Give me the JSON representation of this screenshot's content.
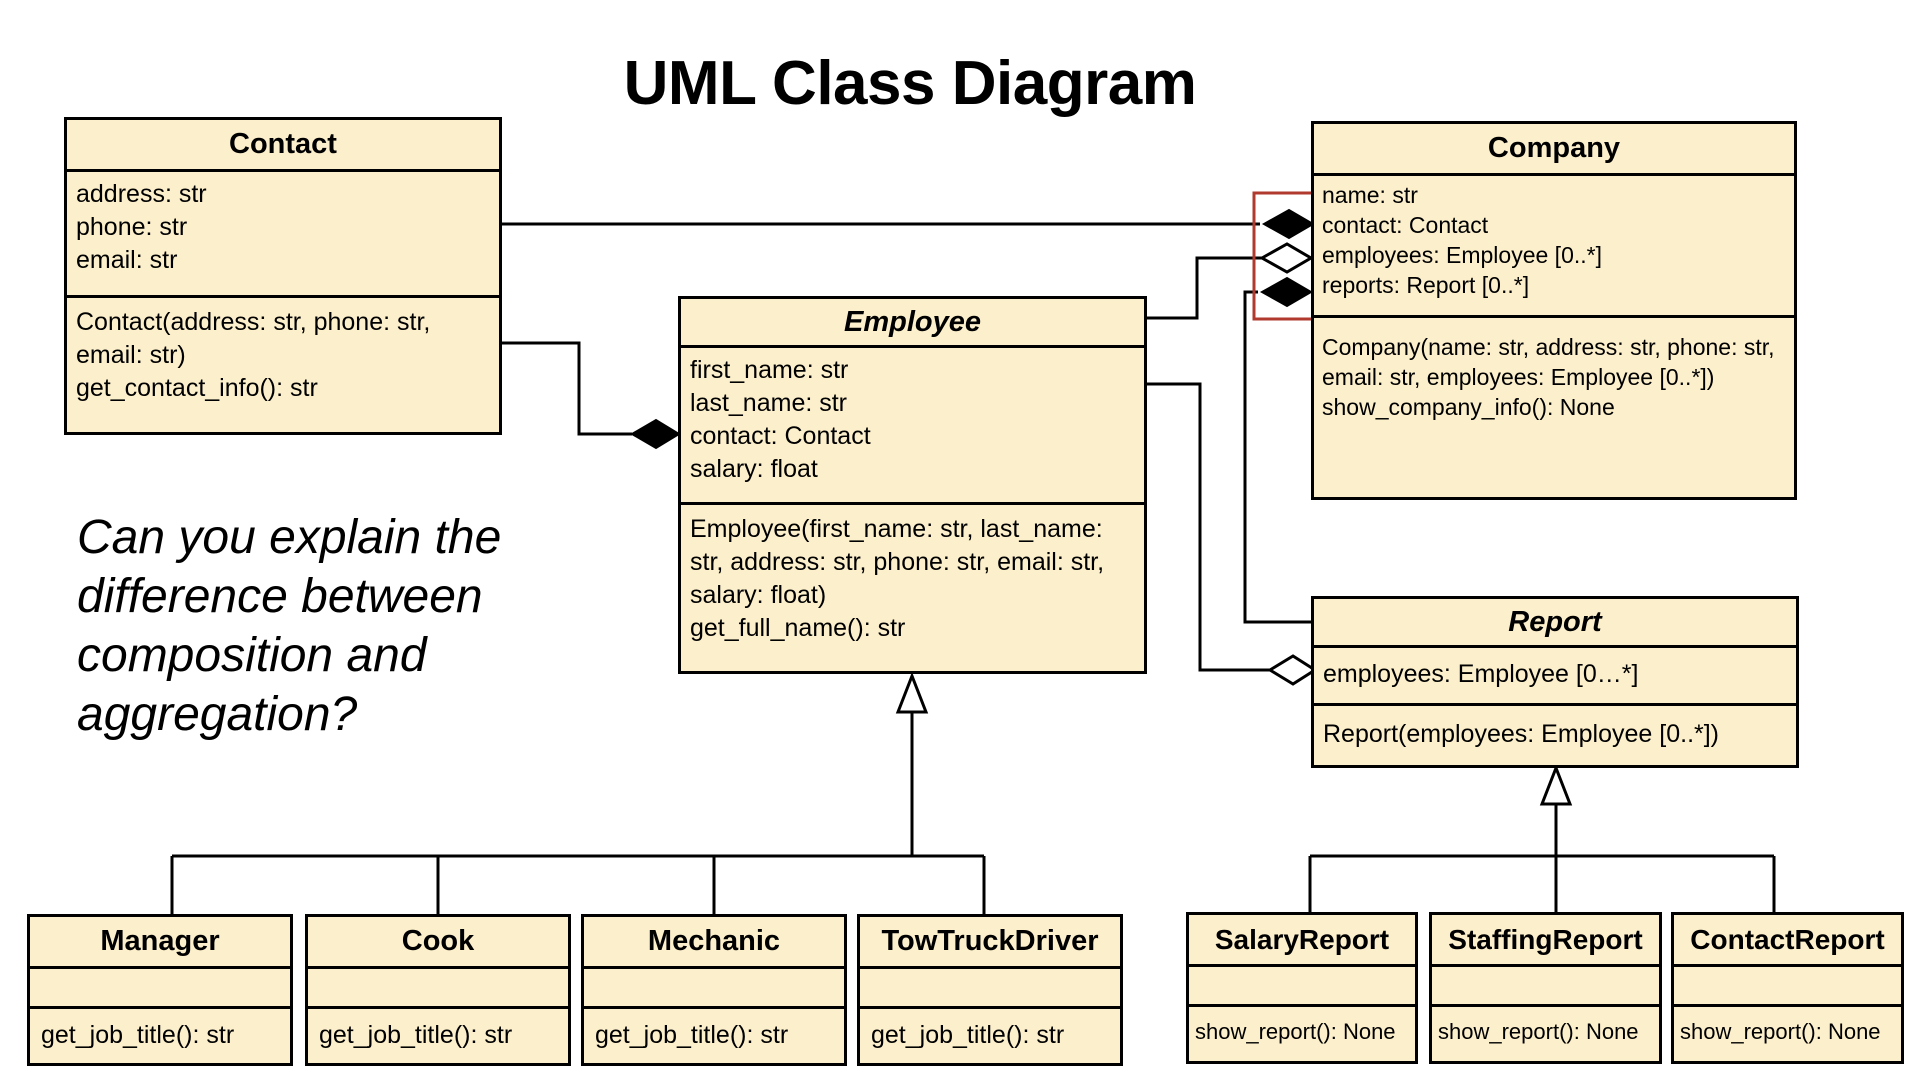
{
  "title": "UML Class Diagram",
  "question": "Can you explain the difference between composition and aggregation?",
  "colors": {
    "class_fill": "#fcefcb",
    "border": "#000000",
    "highlight_box": "#b03a2e"
  },
  "classes": {
    "contact": {
      "name": "Contact",
      "attributes": [
        "address: str",
        "phone: str",
        "email: str"
      ],
      "methods": [
        "Contact(address: str, phone: str, email: str)",
        "get_contact_info(): str"
      ]
    },
    "employee": {
      "name": "Employee",
      "abstract": true,
      "attributes": [
        "first_name: str",
        "last_name: str",
        "contact: Contact",
        "salary: float"
      ],
      "methods": [
        "Employee(first_name: str, last_name: str, address: str, phone: str, email: str,  salary: float)",
        "get_full_name(): str"
      ]
    },
    "company": {
      "name": "Company",
      "attributes": [
        "name: str",
        "contact: Contact",
        "employees: Employee [0..*]",
        "reports: Report [0..*]"
      ],
      "methods": [
        "Company(name: str, address: str, phone: str, email: str, employees: Employee [0..*])",
        "show_company_info(): None"
      ]
    },
    "report": {
      "name": "Report",
      "abstract": true,
      "attributes": [
        "employees: Employee [0…*]"
      ],
      "methods": [
        "Report(employees: Employee [0..*])"
      ]
    },
    "manager": {
      "name": "Manager",
      "methods": [
        "get_job_title(): str"
      ]
    },
    "cook": {
      "name": "Cook",
      "methods": [
        "get_job_title(): str"
      ]
    },
    "mechanic": {
      "name": "Mechanic",
      "methods": [
        "get_job_title(): str"
      ]
    },
    "towtruckdriver": {
      "name": "TowTruckDriver",
      "methods": [
        "get_job_title(): str"
      ]
    },
    "salaryreport": {
      "name": "SalaryReport",
      "methods": [
        "show_report(): None"
      ]
    },
    "staffingreport": {
      "name": "StaffingReport",
      "methods": [
        "show_report(): None"
      ]
    },
    "contactreport": {
      "name": "ContactReport",
      "methods": [
        "show_report(): None"
      ]
    }
  },
  "relationships": [
    {
      "from": "Contact",
      "to": "Company",
      "kind": "composition"
    },
    {
      "from": "Employee",
      "to": "Company",
      "kind": "aggregation"
    },
    {
      "from": "Report",
      "to": "Company",
      "kind": "composition"
    },
    {
      "from": "Contact",
      "to": "Employee",
      "kind": "composition"
    },
    {
      "from": "Employee",
      "to": "Report",
      "kind": "aggregation"
    },
    {
      "from": "Manager",
      "to": "Employee",
      "kind": "inheritance"
    },
    {
      "from": "Cook",
      "to": "Employee",
      "kind": "inheritance"
    },
    {
      "from": "Mechanic",
      "to": "Employee",
      "kind": "inheritance"
    },
    {
      "from": "TowTruckDriver",
      "to": "Employee",
      "kind": "inheritance"
    },
    {
      "from": "SalaryReport",
      "to": "Report",
      "kind": "inheritance"
    },
    {
      "from": "StaffingReport",
      "to": "Report",
      "kind": "inheritance"
    },
    {
      "from": "ContactReport",
      "to": "Report",
      "kind": "inheritance"
    }
  ]
}
